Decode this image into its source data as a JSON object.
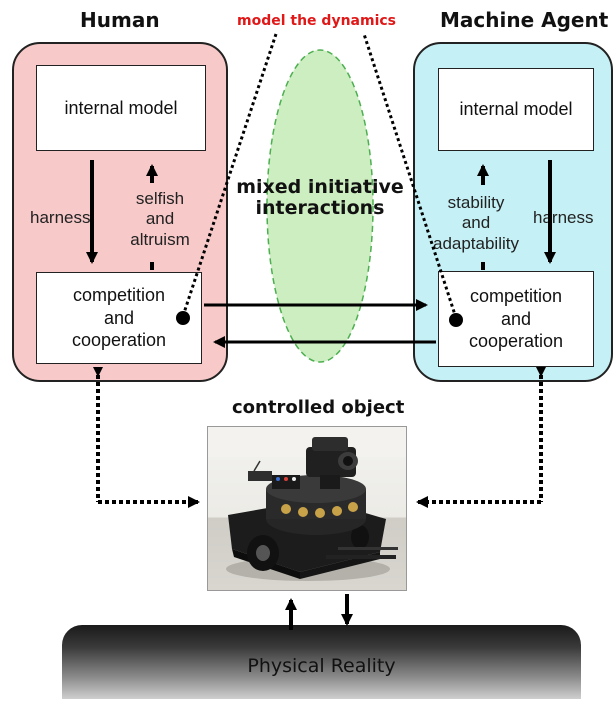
{
  "titles": {
    "human": "Human",
    "machine": "Machine Agent",
    "model": "model the dynamics",
    "controlled": "controlled object",
    "reality": "Physical Reality"
  },
  "human": {
    "internal_model": "internal model",
    "harness": "harness",
    "selfish": "selfish\nand\naltruism",
    "competition": "competition\nand\ncooperation"
  },
  "machine": {
    "internal_model": "internal model",
    "harness": "harness",
    "stability": "stability\nand\nadaptability",
    "competition": "competition\nand\ncooperation"
  },
  "center": {
    "mixed": "mixed initiative\ninteractions"
  },
  "colors": {
    "human_panel": "#f7c9c9",
    "machine_panel": "#c5f0f5",
    "ellipse_fill": "#cdeec0",
    "ellipse_stroke": "#4caf50",
    "model_text": "#e01818"
  },
  "photo_icon": "mobile-robot-image"
}
